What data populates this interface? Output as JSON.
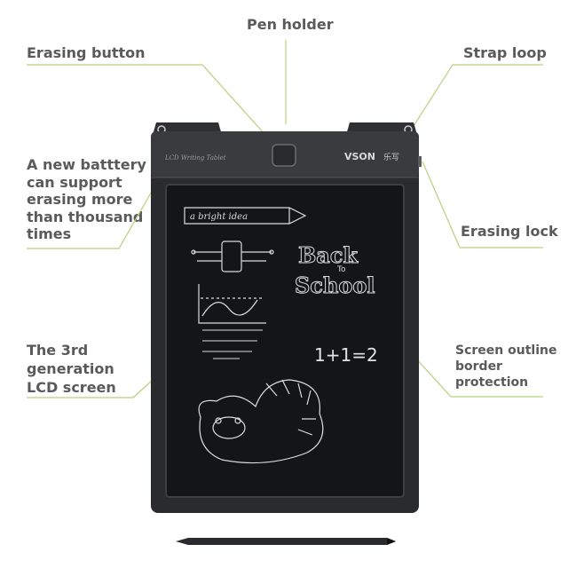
{
  "labels": {
    "pen_holder": "Pen holder",
    "erasing_button": "Erasing button",
    "strap_loop": "Strap loop",
    "battery": [
      "A new batttery",
      "can support",
      "erasing more",
      "than thousand",
      "times"
    ],
    "erasing_lock": "Erasing lock",
    "lcd_screen": [
      "The 3rd",
      "generation",
      "LCD screen"
    ],
    "screen_outline": [
      "Screen outline",
      "border",
      "protection"
    ]
  },
  "tablet": {
    "brand": "VSON",
    "brand_cn": "乐写",
    "model": "LCD Writing Tablet",
    "screen_text": {
      "idea": "a bright idea",
      "back": "Back",
      "to": "To",
      "school": "School",
      "equation": "1+1=2"
    }
  },
  "colors": {
    "label_text": "#5a5a5a",
    "leader_line": "#b5d27a",
    "tablet_frame": "#2a2b2e",
    "screen": "#141517",
    "screen_chalk": "#dcdcdc"
  }
}
